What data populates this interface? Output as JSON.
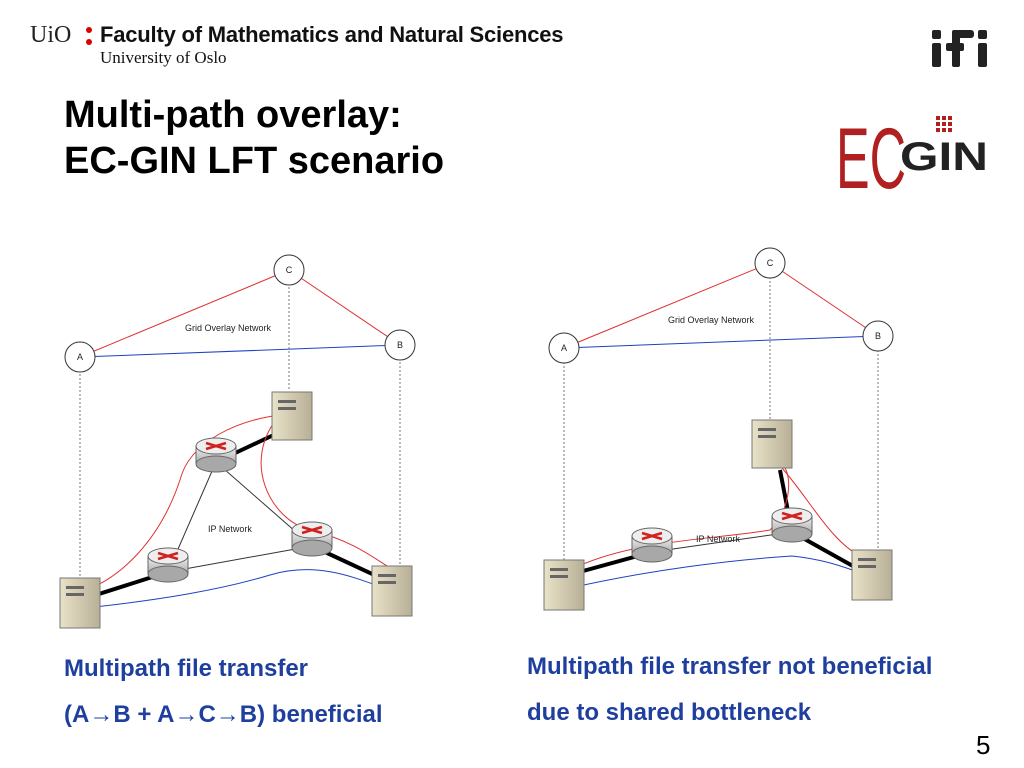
{
  "header": {
    "uio_mark": "UiO",
    "faculty": "Faculty of Mathematics and Natural Sciences",
    "university": "University of Oslo",
    "ifi_logo_text": "ifi"
  },
  "slide": {
    "title_line1": "Multi-path overlay:",
    "title_line2": "EC-GIN LFT scenario",
    "page_number": "5"
  },
  "ecgin_logo": {
    "left": "EC",
    "right": "GIN",
    "brand_red": "#b02020",
    "brand_dark": "#222222"
  },
  "diagram_left": {
    "node_a": "A",
    "node_b": "B",
    "node_c": "C",
    "overlay_label": "Grid Overlay Network",
    "ip_label": "IP Network"
  },
  "diagram_right": {
    "node_a": "A",
    "node_b": "B",
    "node_c": "C",
    "overlay_label": "Grid Overlay Network",
    "ip_label": "IP Network"
  },
  "captions": {
    "left_line1": "Multipath file transfer",
    "left_line2_prefix": "(A",
    "arrow": "→",
    "left_line2_mid1": "B + A",
    "left_line2_mid2": "C",
    "left_line2_mid3": "B)",
    "left_line2_suffix": " beneficial",
    "right_line1": "Multipath file transfer not beneficial",
    "right_line2": "due to shared bottleneck"
  },
  "colors": {
    "caption_blue": "#1f3f9f",
    "red_path": "#e03030",
    "blue_path": "#2040c0",
    "uio_red": "#dd0000"
  }
}
